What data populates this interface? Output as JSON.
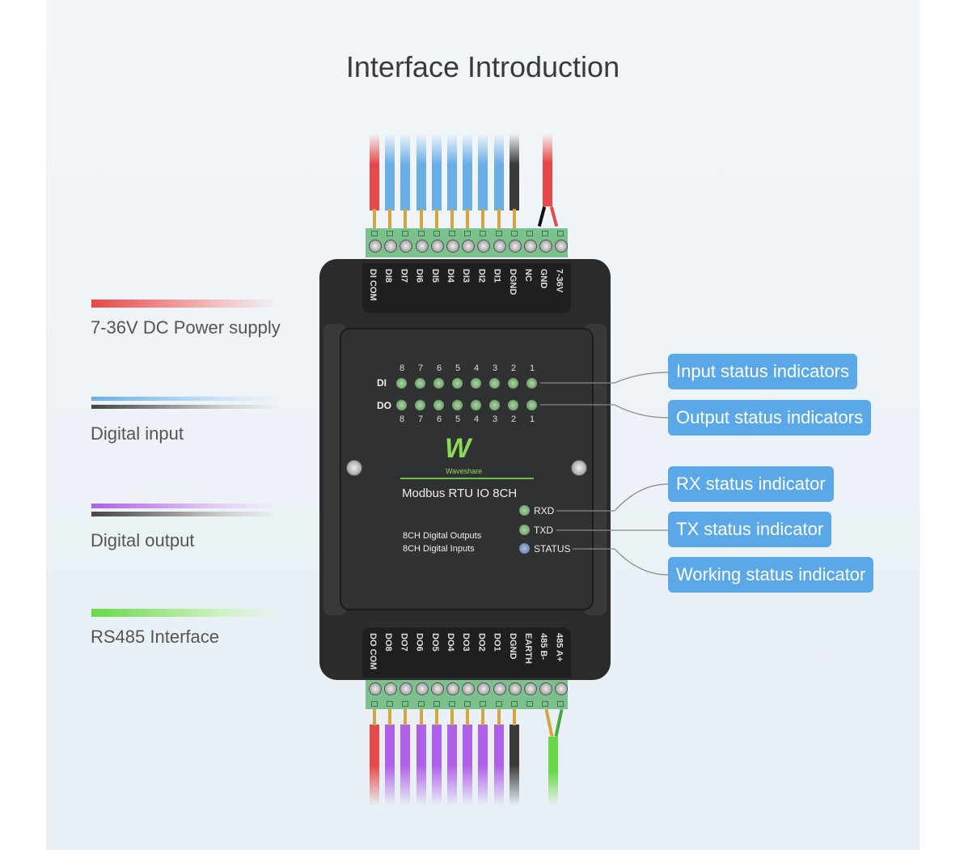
{
  "title": "Interface Introduction",
  "legend": [
    {
      "label": "7-36V DC Power supply",
      "colors": [
        "#e84848",
        "#f0b0b0"
      ]
    },
    {
      "label": "Digital input",
      "colors": [
        "#6aaee8",
        "#444444"
      ]
    },
    {
      "label": "Digital output",
      "colors": [
        "#b060e8",
        "#444444"
      ]
    },
    {
      "label": "RS485 Interface",
      "colors": [
        "#6ad848",
        "#c8f0b8"
      ]
    }
  ],
  "callouts": [
    "Input status indicators",
    "Output status indicators",
    "RX status indicator",
    "TX status indicator",
    "Working status indicator"
  ],
  "device": {
    "top_labels": [
      "DI COM",
      "DI8",
      "DI7",
      "DI6",
      "DI5",
      "DI4",
      "DI3",
      "DI2",
      "DI1",
      "DGND",
      "NC",
      "GND",
      "7-36V"
    ],
    "bottom_labels": [
      "DO COM",
      "DO8",
      "DO7",
      "DO6",
      "DO5",
      "DO4",
      "DO3",
      "DO2",
      "DO1",
      "DGND",
      "EARTH",
      "485 B-",
      "485 A+"
    ],
    "di_label": "DI",
    "do_label": "DO",
    "led_numbers": [
      "8",
      "7",
      "6",
      "5",
      "4",
      "3",
      "2",
      "1"
    ],
    "brand": "Waveshare",
    "model": "Modbus RTU IO 8CH",
    "desc1": "8CH Digital Outputs",
    "desc2": "8CH Digital Inputs",
    "rxd": "RXD",
    "txd": "TXD",
    "status": "STATUS"
  },
  "colors": {
    "callout": "#5aa8e8",
    "red": "#e84848",
    "blue": "#6aaee8",
    "purple": "#b060e8",
    "black": "#3a3a3a",
    "green": "#6ad848"
  }
}
